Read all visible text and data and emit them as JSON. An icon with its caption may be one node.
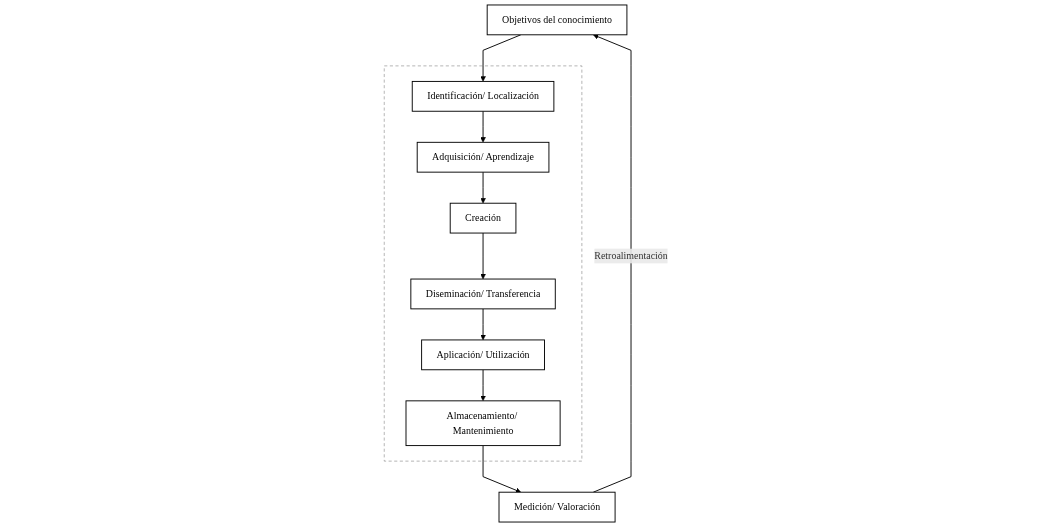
{
  "diagram": {
    "nodes": [
      {
        "text": [
          "Objetivos del conocimiento"
        ]
      },
      {
        "text": [
          "Medición/ Valoración"
        ]
      },
      {
        "text": [],
        "shape": "box"
      },
      {
        "text": [
          "Identificación/ Localización"
        ],
        "in": 2
      },
      {
        "text": [
          "Almacenamiento/ Mantenimiento"
        ],
        "in": 2
      },
      {
        "text": [
          "Adquisición/ Aprendizaje"
        ],
        "in": 2
      },
      {
        "text": [
          "Aplicación/ Utilización"
        ],
        "in": 2
      },
      {
        "text": [
          "Creación"
        ],
        "in": 2
      },
      {
        "text": [
          "Diseminación/ Transferencia"
        ],
        "in": 2
      }
    ],
    "edges": [
      {
        "from": 1,
        "to": 0,
        "arrow": "to",
        "label": "Retroalimentación"
      },
      {
        "from": 0,
        "to": 3,
        "arrow": "to"
      },
      {
        "from": 3,
        "to": 5,
        "arrow": "to"
      },
      {
        "from": 5,
        "to": 7,
        "arrow": "to"
      },
      {
        "from": 7,
        "to": 8,
        "arrow": "to"
      },
      {
        "from": 8,
        "to": 6,
        "arrow": "to"
      },
      {
        "from": 6,
        "to": 4,
        "arrow": "to"
      },
      {
        "from": 4,
        "to": 1,
        "arrow": "to"
      }
    ]
  }
}
